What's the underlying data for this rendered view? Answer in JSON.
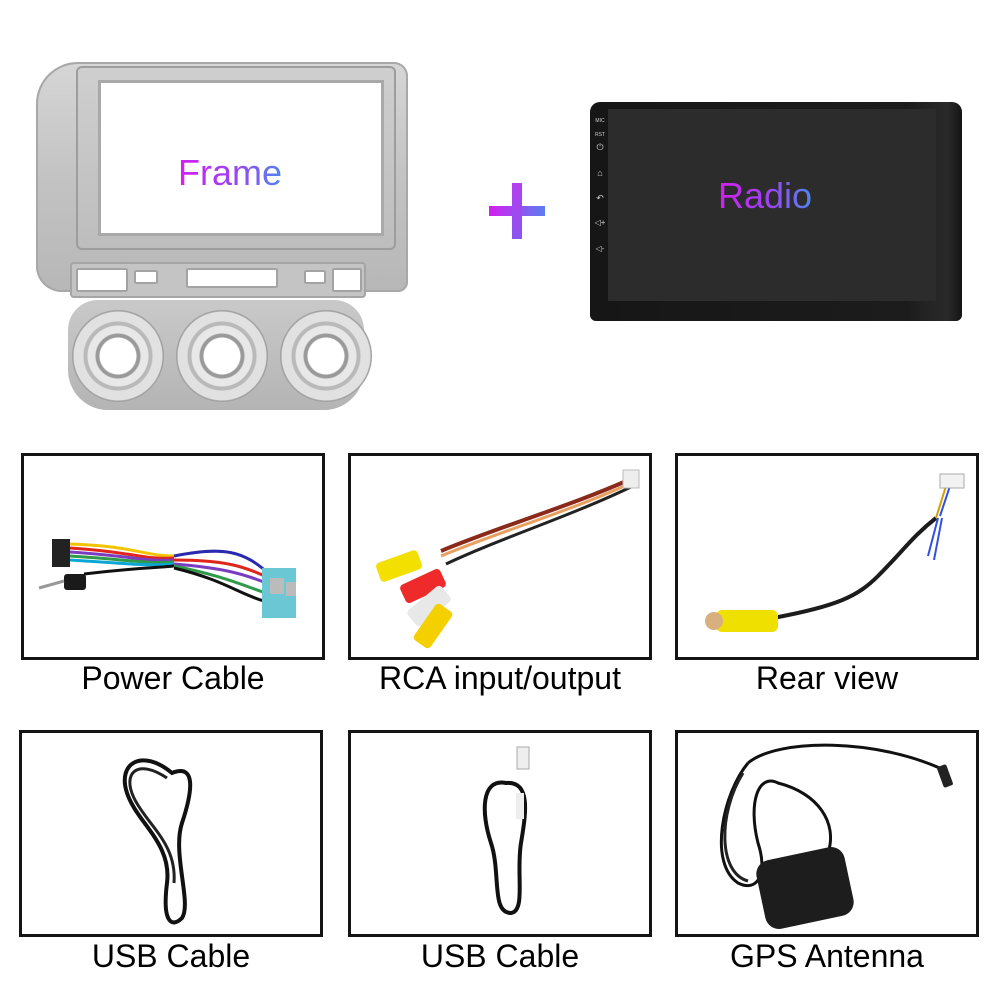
{
  "top": {
    "frame": {
      "label": "Frame",
      "alt": "Silver dashboard frame with 9-inch opening and three climate control knobs"
    },
    "plus_icon": "plus-icon",
    "radio": {
      "label": "Radio",
      "side_buttons": [
        "MIC",
        "RST",
        "power-icon",
        "home-icon",
        "back-icon",
        "volume-up-icon",
        "volume-down-icon"
      ]
    },
    "gradient_colors": [
      "#d41ff0",
      "#9a45f0",
      "#4f86ee"
    ]
  },
  "accessories": [
    {
      "label": "Power Cable",
      "image": "power-cable-harness"
    },
    {
      "label": "RCA input/output",
      "image": "rca-cable"
    },
    {
      "label": "Rear view",
      "image": "rear-view-camera-cable"
    },
    {
      "label": "USB Cable",
      "image": "usb-cable-coiled"
    },
    {
      "label": "USB Cable",
      "image": "usb-cable-coiled-with-connector"
    },
    {
      "label": "GPS Antenna",
      "image": "gps-antenna"
    }
  ]
}
